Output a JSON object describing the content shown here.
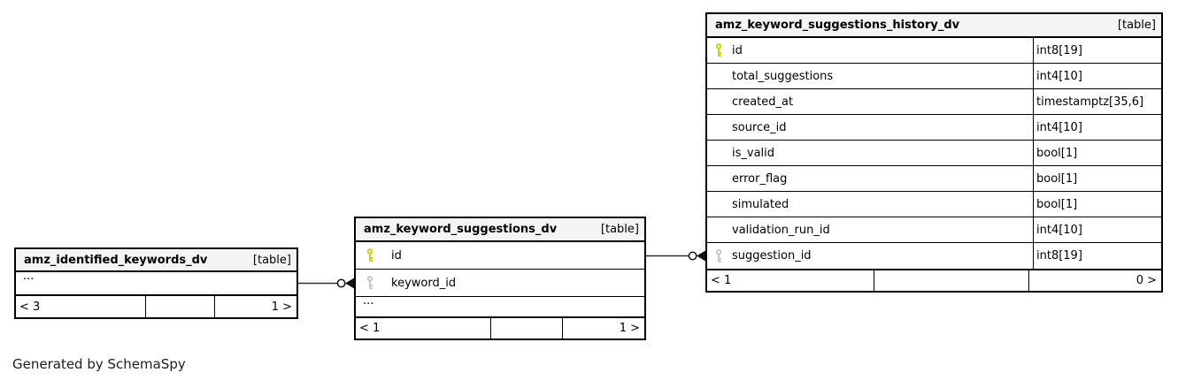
{
  "diagram": {
    "generated_by": "Generated by SchemaSpy",
    "colors": {
      "header_bg": "#f4f4f4",
      "border": "#000000",
      "pk_icon": "#cfcf00",
      "fk_icon": "#c6c6c6",
      "connector": "#2e2e2e"
    },
    "tables": [
      {
        "name": "amz_identified_keywords_dv",
        "badge": "[table]",
        "rows": [
          {
            "name": "...",
            "key": "none",
            "type": ""
          }
        ],
        "footer": {
          "left": "< 3",
          "center": "",
          "right": "1 >"
        }
      },
      {
        "name": "amz_keyword_suggestions_dv",
        "badge": "[table]",
        "rows": [
          {
            "name": "id",
            "key": "primary",
            "type": ""
          },
          {
            "name": "keyword_id",
            "key": "foreign",
            "type": ""
          },
          {
            "name": "...",
            "key": "none",
            "type": ""
          }
        ],
        "footer": {
          "left": "< 1",
          "center": "",
          "right": "1 >"
        }
      },
      {
        "name": "amz_keyword_suggestions_history_dv",
        "badge": "[table]",
        "rows": [
          {
            "name": "id",
            "key": "primary",
            "type": "int8[19]"
          },
          {
            "name": "total_suggestions",
            "key": "none",
            "type": "int4[10]"
          },
          {
            "name": "created_at",
            "key": "none",
            "type": "timestamptz[35,6]"
          },
          {
            "name": "source_id",
            "key": "none",
            "type": "int4[10]"
          },
          {
            "name": "is_valid",
            "key": "none",
            "type": "bool[1]"
          },
          {
            "name": "error_flag",
            "key": "none",
            "type": "bool[1]"
          },
          {
            "name": "simulated",
            "key": "none",
            "type": "bool[1]"
          },
          {
            "name": "validation_run_id",
            "key": "none",
            "type": "int4[10]"
          },
          {
            "name": "suggestion_id",
            "key": "foreign",
            "type": "int8[19]"
          }
        ],
        "footer": {
          "left": "< 1",
          "center": "",
          "right": "0 >"
        }
      }
    ],
    "relationships": [
      {
        "from": "amz_identified_keywords_dv",
        "to": "amz_keyword_suggestions_dv.keyword_id"
      },
      {
        "from": "amz_keyword_suggestions_dv.id",
        "to": "amz_keyword_suggestions_history_dv.suggestion_id"
      }
    ]
  }
}
